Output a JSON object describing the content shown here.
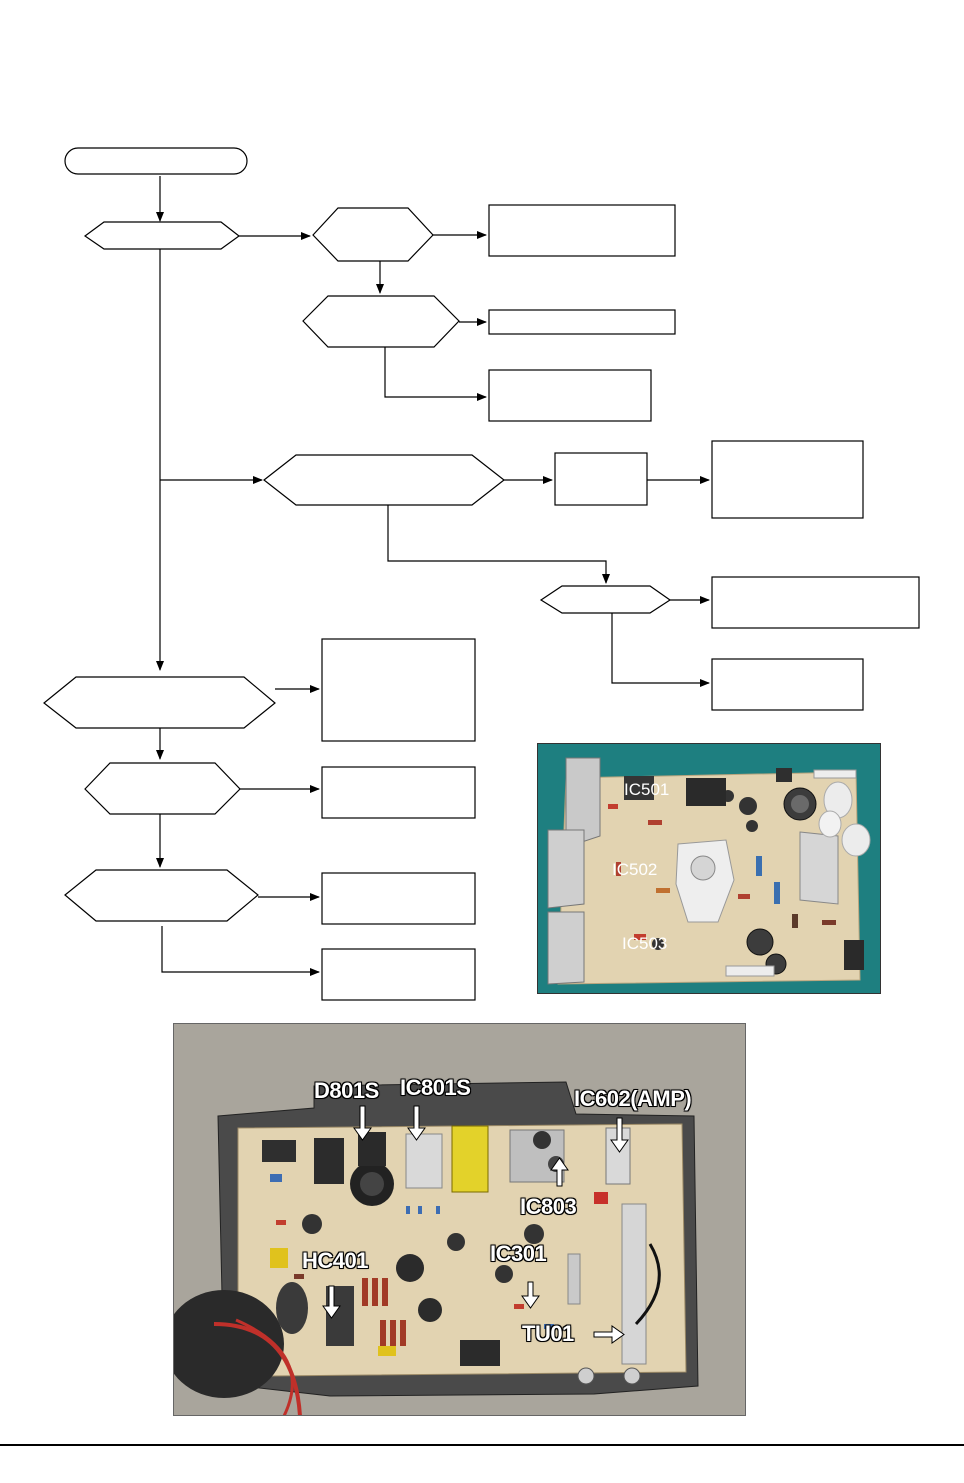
{
  "photos": {
    "bottom": {
      "labels": {
        "d801s": "D801S",
        "ic801s": "IC801S",
        "ic602": "IC602(AMP)",
        "ic803": "IC803",
        "hc401": "HC401",
        "ic301": "IC301",
        "tu01": "TU01"
      }
    },
    "right": {
      "labels": {
        "ic501": "IC501",
        "ic502": "IC502",
        "ic503": "IC503"
      }
    }
  },
  "colors": {
    "pcb_board": "#e2d3b1",
    "photo_bottom_background": "#a9a59c",
    "photo_right_background": "#1e7f80",
    "chassis": "#4a4a4a"
  }
}
